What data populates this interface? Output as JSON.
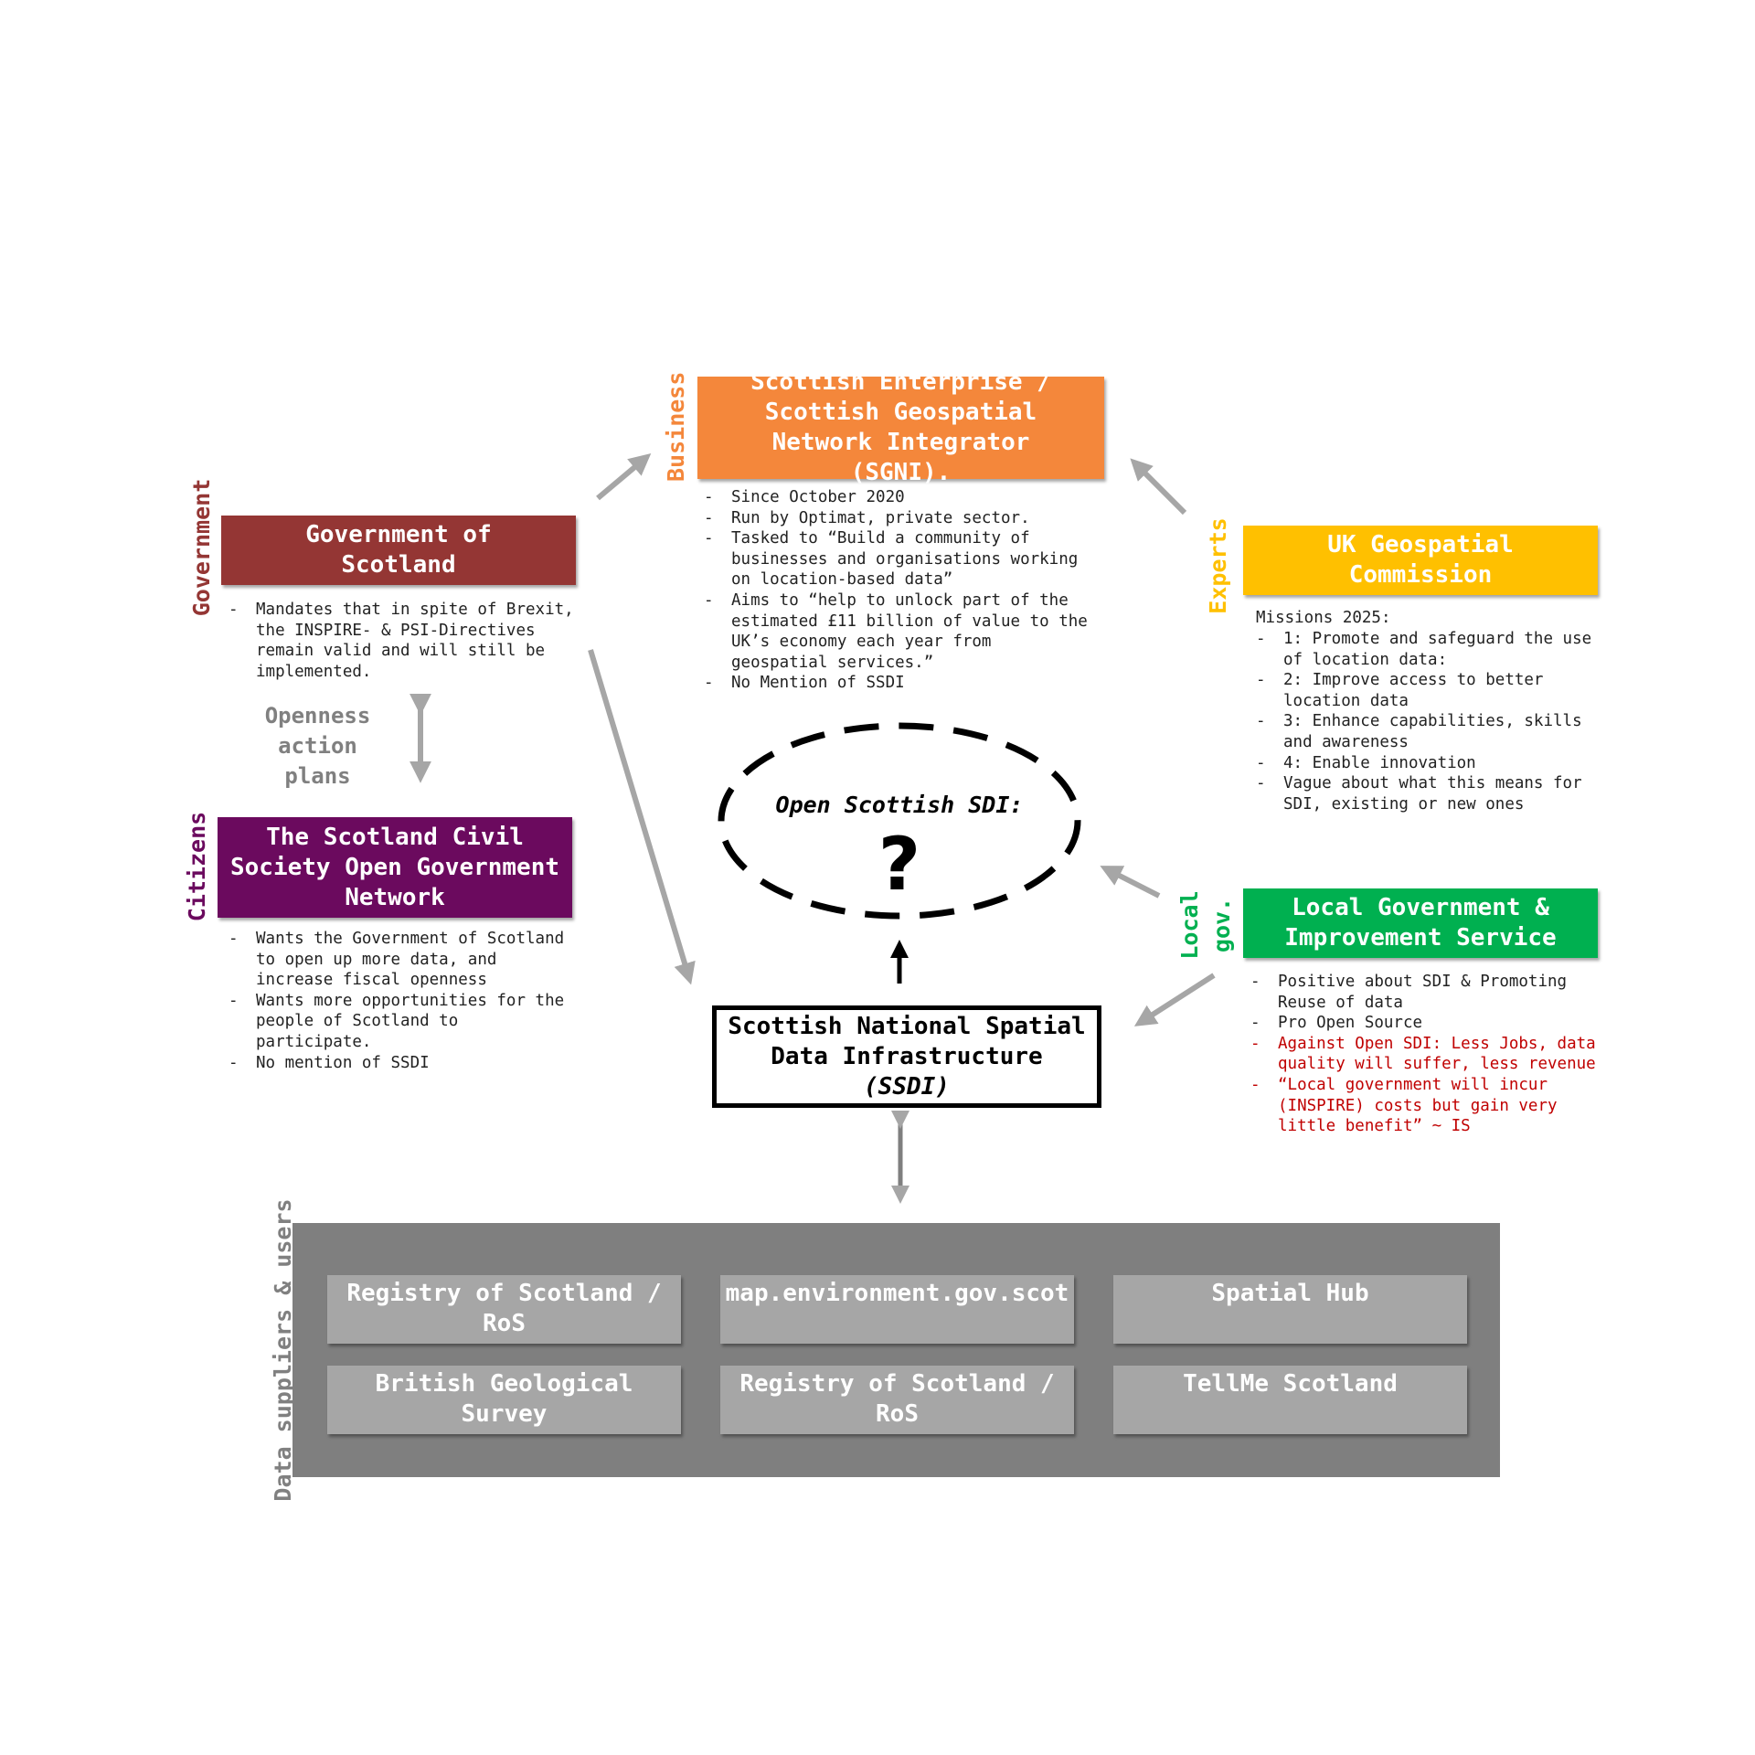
{
  "business": {
    "side_label": "Business",
    "title": "Scottish Enterprise / Scottish Geospatial Network Integrator (SGNI).",
    "notes": [
      "Since October 2020",
      "Run by Optimat, private sector.",
      "Tasked to “Build a community of businesses and organisations working on location-based data”",
      "Aims to “help to unlock part of the estimated £11 billion of value to the UK’s economy each year from geospatial services.”",
      "No Mention of SSDI"
    ]
  },
  "government": {
    "side_label": "Government",
    "title": "Government of Scotland",
    "notes": [
      "Mandates that in spite of Brexit, the INSPIRE- & PSI-Directives remain valid and will still be implemented."
    ]
  },
  "openness": {
    "label": "Openness action plans"
  },
  "citizens": {
    "side_label": "Citizens",
    "title": "The Scotland Civil Society Open Government Network",
    "notes": [
      "Wants the Government of Scotland to open up more data, and increase fiscal openness",
      "Wants more opportunities for the people of Scotland to participate.",
      "No mention of SSDI"
    ]
  },
  "experts": {
    "side_label": "Experts",
    "title": "UK Geospatial Commission",
    "intro": "Missions 2025:",
    "notes": [
      "1: Promote and safeguard the use of location data:",
      "2: Improve access to better location data",
      "3: Enhance capabilities, skills and awareness",
      "4: Enable innovation",
      "Vague about what this means for SDI, existing or new ones"
    ]
  },
  "local": {
    "side_label_1": "Local",
    "side_label_2": "gov.",
    "title": "Local Government & Improvement Service",
    "notes": [
      "Positive about SDI & Promoting Reuse of data",
      "Pro Open Source"
    ],
    "notes_red": [
      "Against Open SDI: Less Jobs, data quality will suffer, less revenue",
      "“Local government will incur (INSPIRE) costs but gain very little benefit” ~ IS"
    ]
  },
  "open_sdi": {
    "title": "Open Scottish SDI:",
    "mark": "?"
  },
  "ssdi": {
    "title": "Scottish National Spatial Data Infrastructure",
    "subtitle": "(SSDI)"
  },
  "suppliers": {
    "side_label": "Data suppliers & users",
    "items": [
      "Registry of Scotland / RoS",
      "map.environment.gov.scot",
      "Spatial Hub",
      "British Geological Survey",
      "Registry of Scotland / RoS",
      "TellMe Scotland"
    ]
  },
  "colors": {
    "government": "#943634",
    "business": "#f4873b",
    "experts": "#ffc000",
    "citizens": "#6b0a5e",
    "local": "#00b050",
    "arrow": "#a6a6a6",
    "panel": "#7f7f7f",
    "supplier_box": "#a6a6a6",
    "red_text": "#c00000"
  }
}
